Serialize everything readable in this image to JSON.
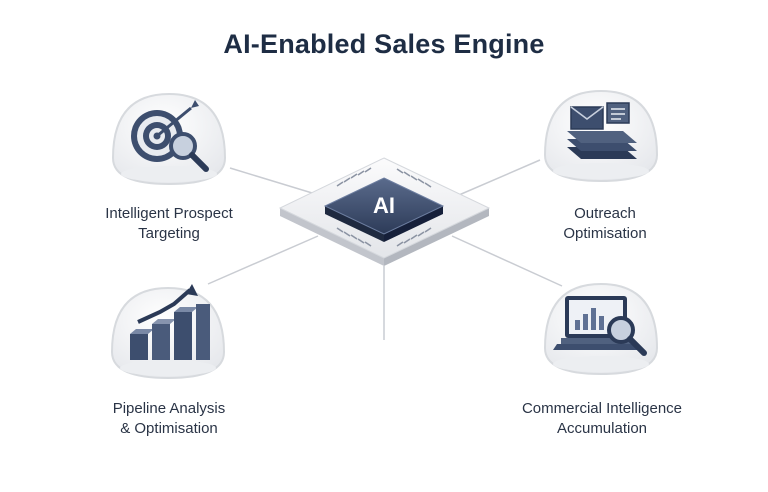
{
  "title": "AI-Enabled Sales Engine",
  "hub": {
    "label": "AI",
    "icon": "ai-chip-icon"
  },
  "nodes": [
    {
      "icon": "target-magnifier-icon",
      "label_lines": [
        "Intelligent Prospect",
        "Targeting"
      ]
    },
    {
      "icon": "email-stack-icon",
      "label_lines": [
        "Outreach",
        "Optimisation"
      ]
    },
    {
      "icon": "rising-bar-chart-icon",
      "label_lines": [
        "Pipeline Analysis",
        "& Optimisation"
      ]
    },
    {
      "icon": "laptop-analytics-magnifier-icon",
      "label_lines": [
        "Commercial Intelligence",
        "Accumulation"
      ]
    }
  ],
  "colors": {
    "title": "#1e2d44",
    "text": "#2a3446",
    "navy": "#3d4e6e",
    "navy_dark": "#2b3a57",
    "connector": "#c9ccd2"
  }
}
